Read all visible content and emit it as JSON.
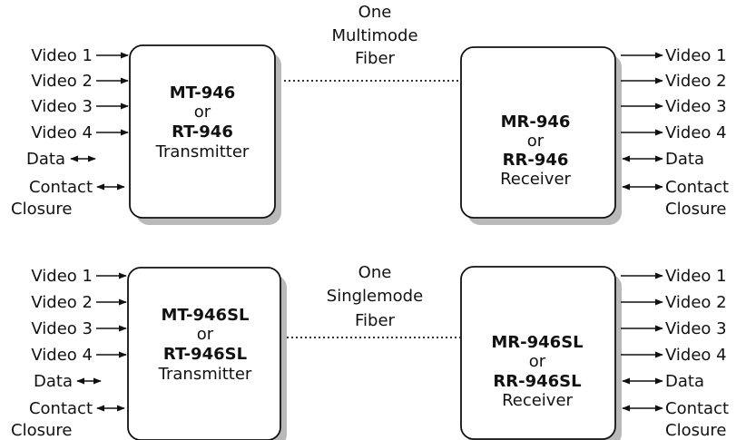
{
  "systems": [
    {
      "transmitter": {
        "model_a": "MT-946",
        "or_label": "or",
        "model_b": "RT-946",
        "type": "Transmitter"
      },
      "receiver": {
        "model_a": "MR-946",
        "or_label": "or",
        "model_b": "RR-946",
        "type": "Receiver"
      },
      "fiber": {
        "line1": "One",
        "line2": "Multimode",
        "line3": "Fiber"
      },
      "signals": {
        "video1": "Video 1",
        "video2": "Video 2",
        "video3": "Video 3",
        "video4": "Video 4",
        "data": "Data",
        "contact_line1": "Contact",
        "contact_line2": "Closure"
      }
    },
    {
      "transmitter": {
        "model_a": "MT-946SL",
        "or_label": "or",
        "model_b": "RT-946SL",
        "type": "Transmitter"
      },
      "receiver": {
        "model_a": "MR-946SL",
        "or_label": "or",
        "model_b": "RR-946SL",
        "type": "Receiver"
      },
      "fiber": {
        "line1": "One",
        "line2": "Singlemode",
        "line3": "Fiber"
      },
      "signals": {
        "video1": "Video 1",
        "video2": "Video 2",
        "video3": "Video 3",
        "video4": "Video 4",
        "data": "Data",
        "contact_line1": "Contact",
        "contact_line2": "Closure"
      }
    }
  ]
}
